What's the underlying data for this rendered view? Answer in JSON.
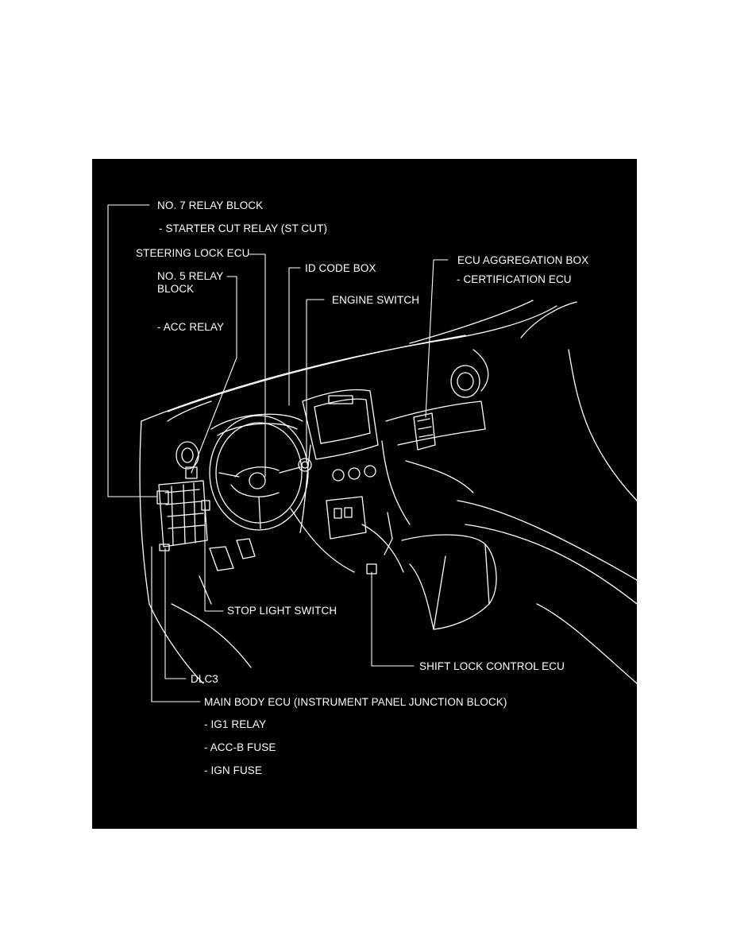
{
  "colors": {
    "page_background": "#ffffff",
    "diagram_background": "#000000",
    "line_color": "#ffffff"
  },
  "labels": {
    "relay_block_7": "NO. 7 RELAY BLOCK",
    "starter_cut_relay": "- STARTER CUT RELAY (ST CUT)",
    "steering_lock_ecu": "STEERING LOCK ECU",
    "id_code_box": "ID CODE BOX",
    "ecu_aggregation_box": "ECU AGGREGATION BOX",
    "certification_ecu": "- CERTIFICATION ECU",
    "relay_block_5_line1": "NO. 5 RELAY",
    "relay_block_5_line2": "BLOCK",
    "engine_switch": "ENGINE SWITCH",
    "acc_relay": "- ACC RELAY",
    "stop_light_switch": "STOP LIGHT SWITCH",
    "shift_lock_control_ecu": "SHIFT LOCK CONTROL ECU",
    "dlc3": "DLC3",
    "main_body_ecu": "MAIN BODY ECU (INSTRUMENT PANEL JUNCTION BLOCK)",
    "ig1_relay": "- IG1 RELAY",
    "acc_b_fuse": "- ACC-B FUSE",
    "ign_fuse": "- IGN FUSE"
  }
}
